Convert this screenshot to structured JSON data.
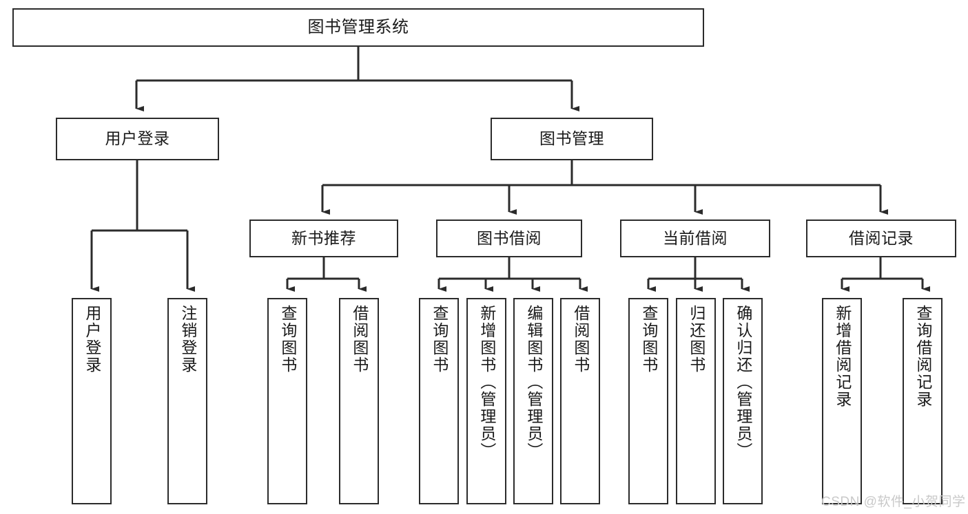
{
  "diagram": {
    "title": "图书管理系统",
    "type": "tree-hierarchy",
    "watermark": "CSDN @软件_小贺同学",
    "colors": {
      "box_stroke": "#2b2b2b",
      "box_fill": "#ffffff",
      "connector": "#2b2b2b",
      "text": "#1a1a1a",
      "watermark": "#c9c9c9",
      "background": "#ffffff"
    },
    "root": {
      "label": "图书管理系统",
      "orientation": "horizontal"
    },
    "level2": [
      {
        "label": "用户登录",
        "orientation": "horizontal"
      },
      {
        "label": "图书管理",
        "orientation": "horizontal"
      }
    ],
    "level3": [
      {
        "label": "新书推荐",
        "orientation": "horizontal"
      },
      {
        "label": "图书借阅",
        "orientation": "horizontal"
      },
      {
        "label": "当前借阅",
        "orientation": "horizontal"
      },
      {
        "label": "借阅记录",
        "orientation": "horizontal"
      }
    ],
    "leaves": {
      "user_login": [
        {
          "label": "用户登录",
          "orientation": "vertical"
        },
        {
          "label": "注销登录",
          "orientation": "vertical"
        }
      ],
      "new_book_recommend": [
        {
          "label": "查询图书",
          "orientation": "vertical"
        },
        {
          "label": "借阅图书",
          "orientation": "vertical"
        }
      ],
      "book_borrow": [
        {
          "label": "查询图书",
          "orientation": "vertical"
        },
        {
          "label": "新增图书（管理员）",
          "orientation": "vertical"
        },
        {
          "label": "编辑图书（管理员）",
          "orientation": "vertical"
        },
        {
          "label": "借阅图书",
          "orientation": "vertical"
        }
      ],
      "current_borrow": [
        {
          "label": "查询图书",
          "orientation": "vertical"
        },
        {
          "label": "归还图书",
          "orientation": "vertical"
        },
        {
          "label": "确认归还（管理员）",
          "orientation": "vertical"
        }
      ],
      "borrow_record": [
        {
          "label": "新增借阅记录",
          "orientation": "vertical"
        },
        {
          "label": "查询借阅记录",
          "orientation": "vertical"
        }
      ]
    }
  }
}
